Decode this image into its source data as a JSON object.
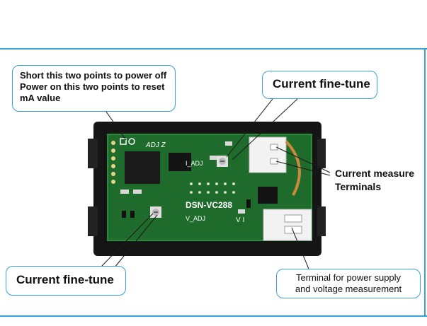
{
  "callouts": {
    "power_reset": {
      "line1": "Short this two points to power off",
      "line2": "Power on this two points to reset",
      "line3": "mA value"
    },
    "current_fine_tune_top": "Current fine-tune",
    "current_fine_tune_bottom": "Current fine-tune",
    "power_supply_terminal": {
      "line1": "Terminal for power supply",
      "line2": "and voltage measurement"
    }
  },
  "labels": {
    "current_measure": {
      "line1": "Current measure",
      "line2": "Terminals"
    }
  },
  "board_text": {
    "adj": "ADJ Z",
    "i_adj": "I_ADJ",
    "model": "DSN-VC288",
    "v_adj": "V_ADJ",
    "vi": "V I"
  },
  "colors": {
    "accent": "#3aa0d8",
    "pcb": "#1f6b2c"
  }
}
